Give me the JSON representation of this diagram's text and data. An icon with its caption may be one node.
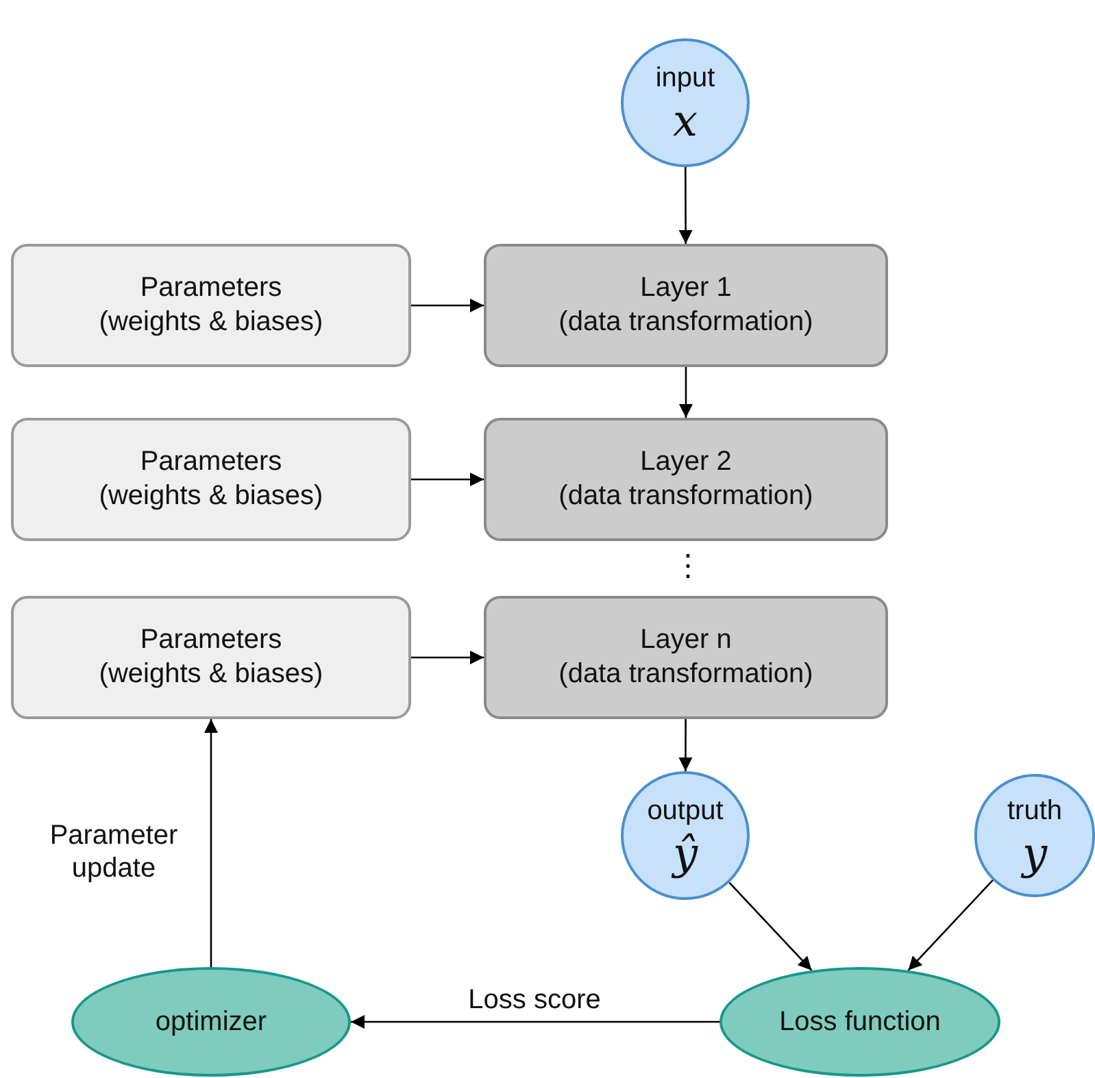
{
  "diagram": {
    "nodes": [
      {
        "text": [
          "input",
          "x"
        ]
      },
      {
        "text": [
          "Parameters",
          "(weights & biases)"
        ]
      },
      {
        "text": [
          "Layer 1",
          "(data transformation)"
        ]
      },
      {
        "text": [
          "Parameters",
          "(weights & biases)"
        ]
      },
      {
        "text": [
          "Layer 2",
          "(data transformation)"
        ]
      },
      {
        "text": [
          "Parameters",
          "(weights & biases)"
        ]
      },
      {
        "text": [
          "Layer n",
          "(data transformation)"
        ]
      },
      {
        "text": [
          "output",
          "ŷ"
        ]
      },
      {
        "text": [
          "truth",
          "y"
        ]
      },
      {
        "text": [
          "optimizer"
        ]
      },
      {
        "text": [
          "Loss function"
        ]
      }
    ],
    "edges": [
      {
        "from": 0,
        "to": 2,
        "arrow": "to"
      },
      {
        "from": 1,
        "to": 2,
        "arrow": "to"
      },
      {
        "from": 2,
        "to": 4,
        "arrow": "to"
      },
      {
        "from": 3,
        "to": 4,
        "arrow": "to"
      },
      {
        "from": 5,
        "to": 6,
        "arrow": "to"
      },
      {
        "from": 6,
        "to": 7,
        "arrow": "to"
      },
      {
        "from": 7,
        "to": 10,
        "arrow": "to"
      },
      {
        "from": 8,
        "to": 10,
        "arrow": "to"
      },
      {
        "from": 10,
        "to": 9,
        "arrow": "to",
        "label": "Loss score"
      },
      {
        "from": 9,
        "to": 5,
        "arrow": "to",
        "label": "Parameter update"
      }
    ],
    "labels": [
      "⋮"
    ]
  }
}
